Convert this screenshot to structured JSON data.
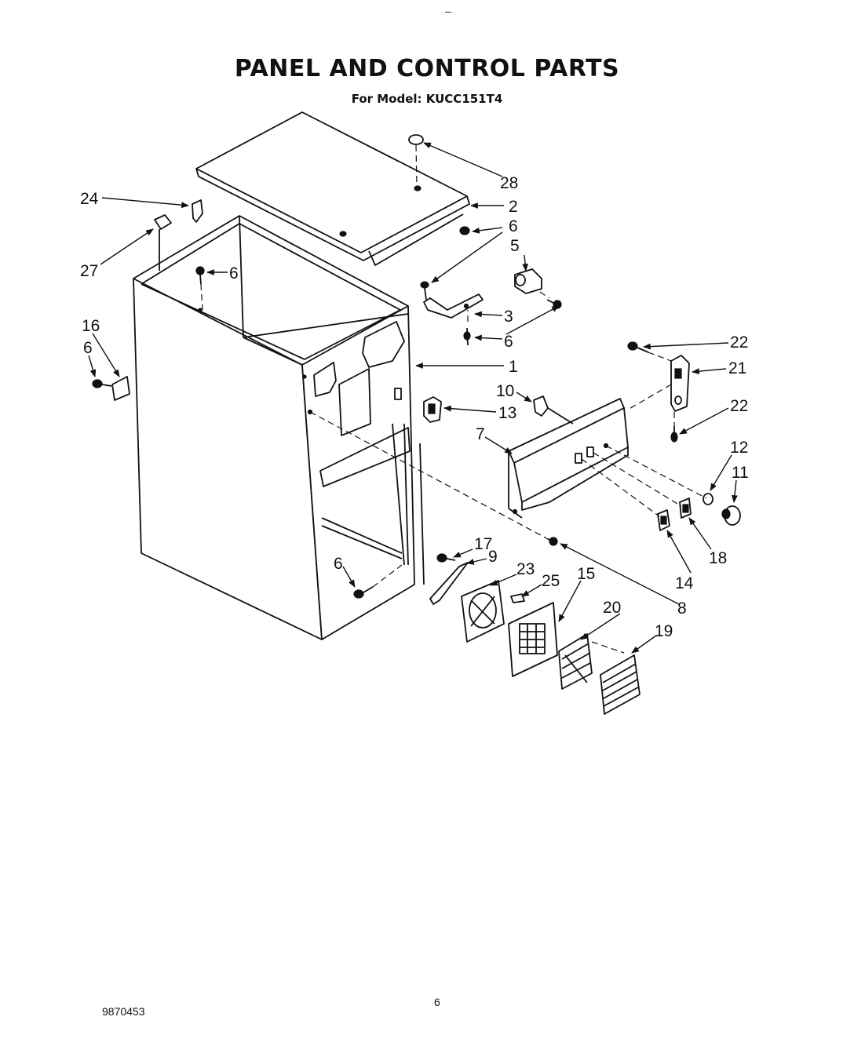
{
  "header": {
    "top_mark": "–",
    "title": "PANEL AND CONTROL PARTS",
    "subtitle": "For Model: KUCC151T4"
  },
  "footer": {
    "doc_number": "9870453",
    "page_number": "6"
  },
  "callouts": {
    "c1": "1",
    "c2": "2",
    "c3": "3",
    "c5": "5",
    "c6a": "6",
    "c6b": "6",
    "c6c": "6",
    "c6d": "6",
    "c6e": "6",
    "c7": "7",
    "c8": "8",
    "c9": "9",
    "c10": "10",
    "c11": "11",
    "c12": "12",
    "c13": "13",
    "c14": "14",
    "c15": "15",
    "c16": "16",
    "c17": "17",
    "c18": "18",
    "c19": "19",
    "c20": "20",
    "c21": "21",
    "c22a": "22",
    "c22b": "22",
    "c23": "23",
    "c24": "24",
    "c25": "25",
    "c27": "27",
    "c28": "28"
  }
}
